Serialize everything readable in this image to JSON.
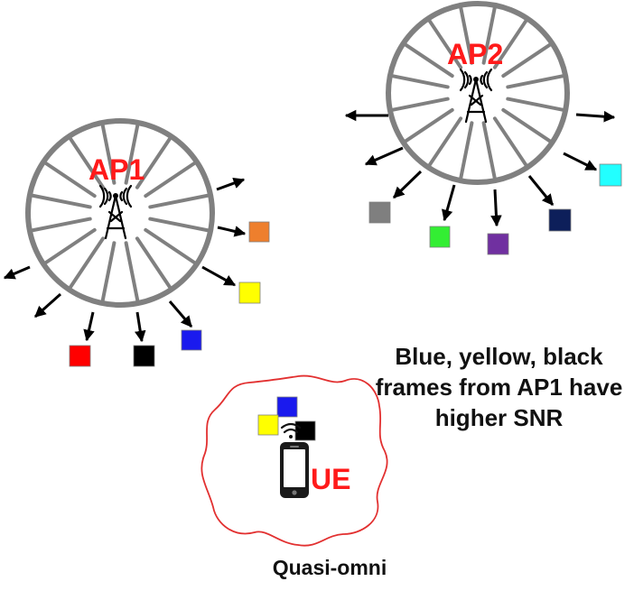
{
  "labels": {
    "ap1": "AP1",
    "ap2": "AP2",
    "ue": "UE",
    "note_lines": [
      "Blue, yellow, black",
      "frames from AP1 have",
      "higher SNR"
    ],
    "caption": "Quasi-omni"
  },
  "colors": {
    "wheel": "#808080",
    "label_red": "#ff1a1a",
    "arrow": "#000000",
    "ue_region": "#e23030",
    "frame_red": "#ff0000",
    "frame_black": "#000000",
    "frame_blue": "#1a1aee",
    "frame_yellow": "#ffff00",
    "frame_orange": "#ee7f2d",
    "frame_gray": "#7f7f7f",
    "frame_green": "#33ee33",
    "frame_purple": "#7030a0",
    "frame_navy": "#0d1f5a",
    "frame_cyan": "#22ffff"
  },
  "icons": [
    "antenna-tower-icon",
    "wifi-signal-icon",
    "smartphone-icon"
  ]
}
